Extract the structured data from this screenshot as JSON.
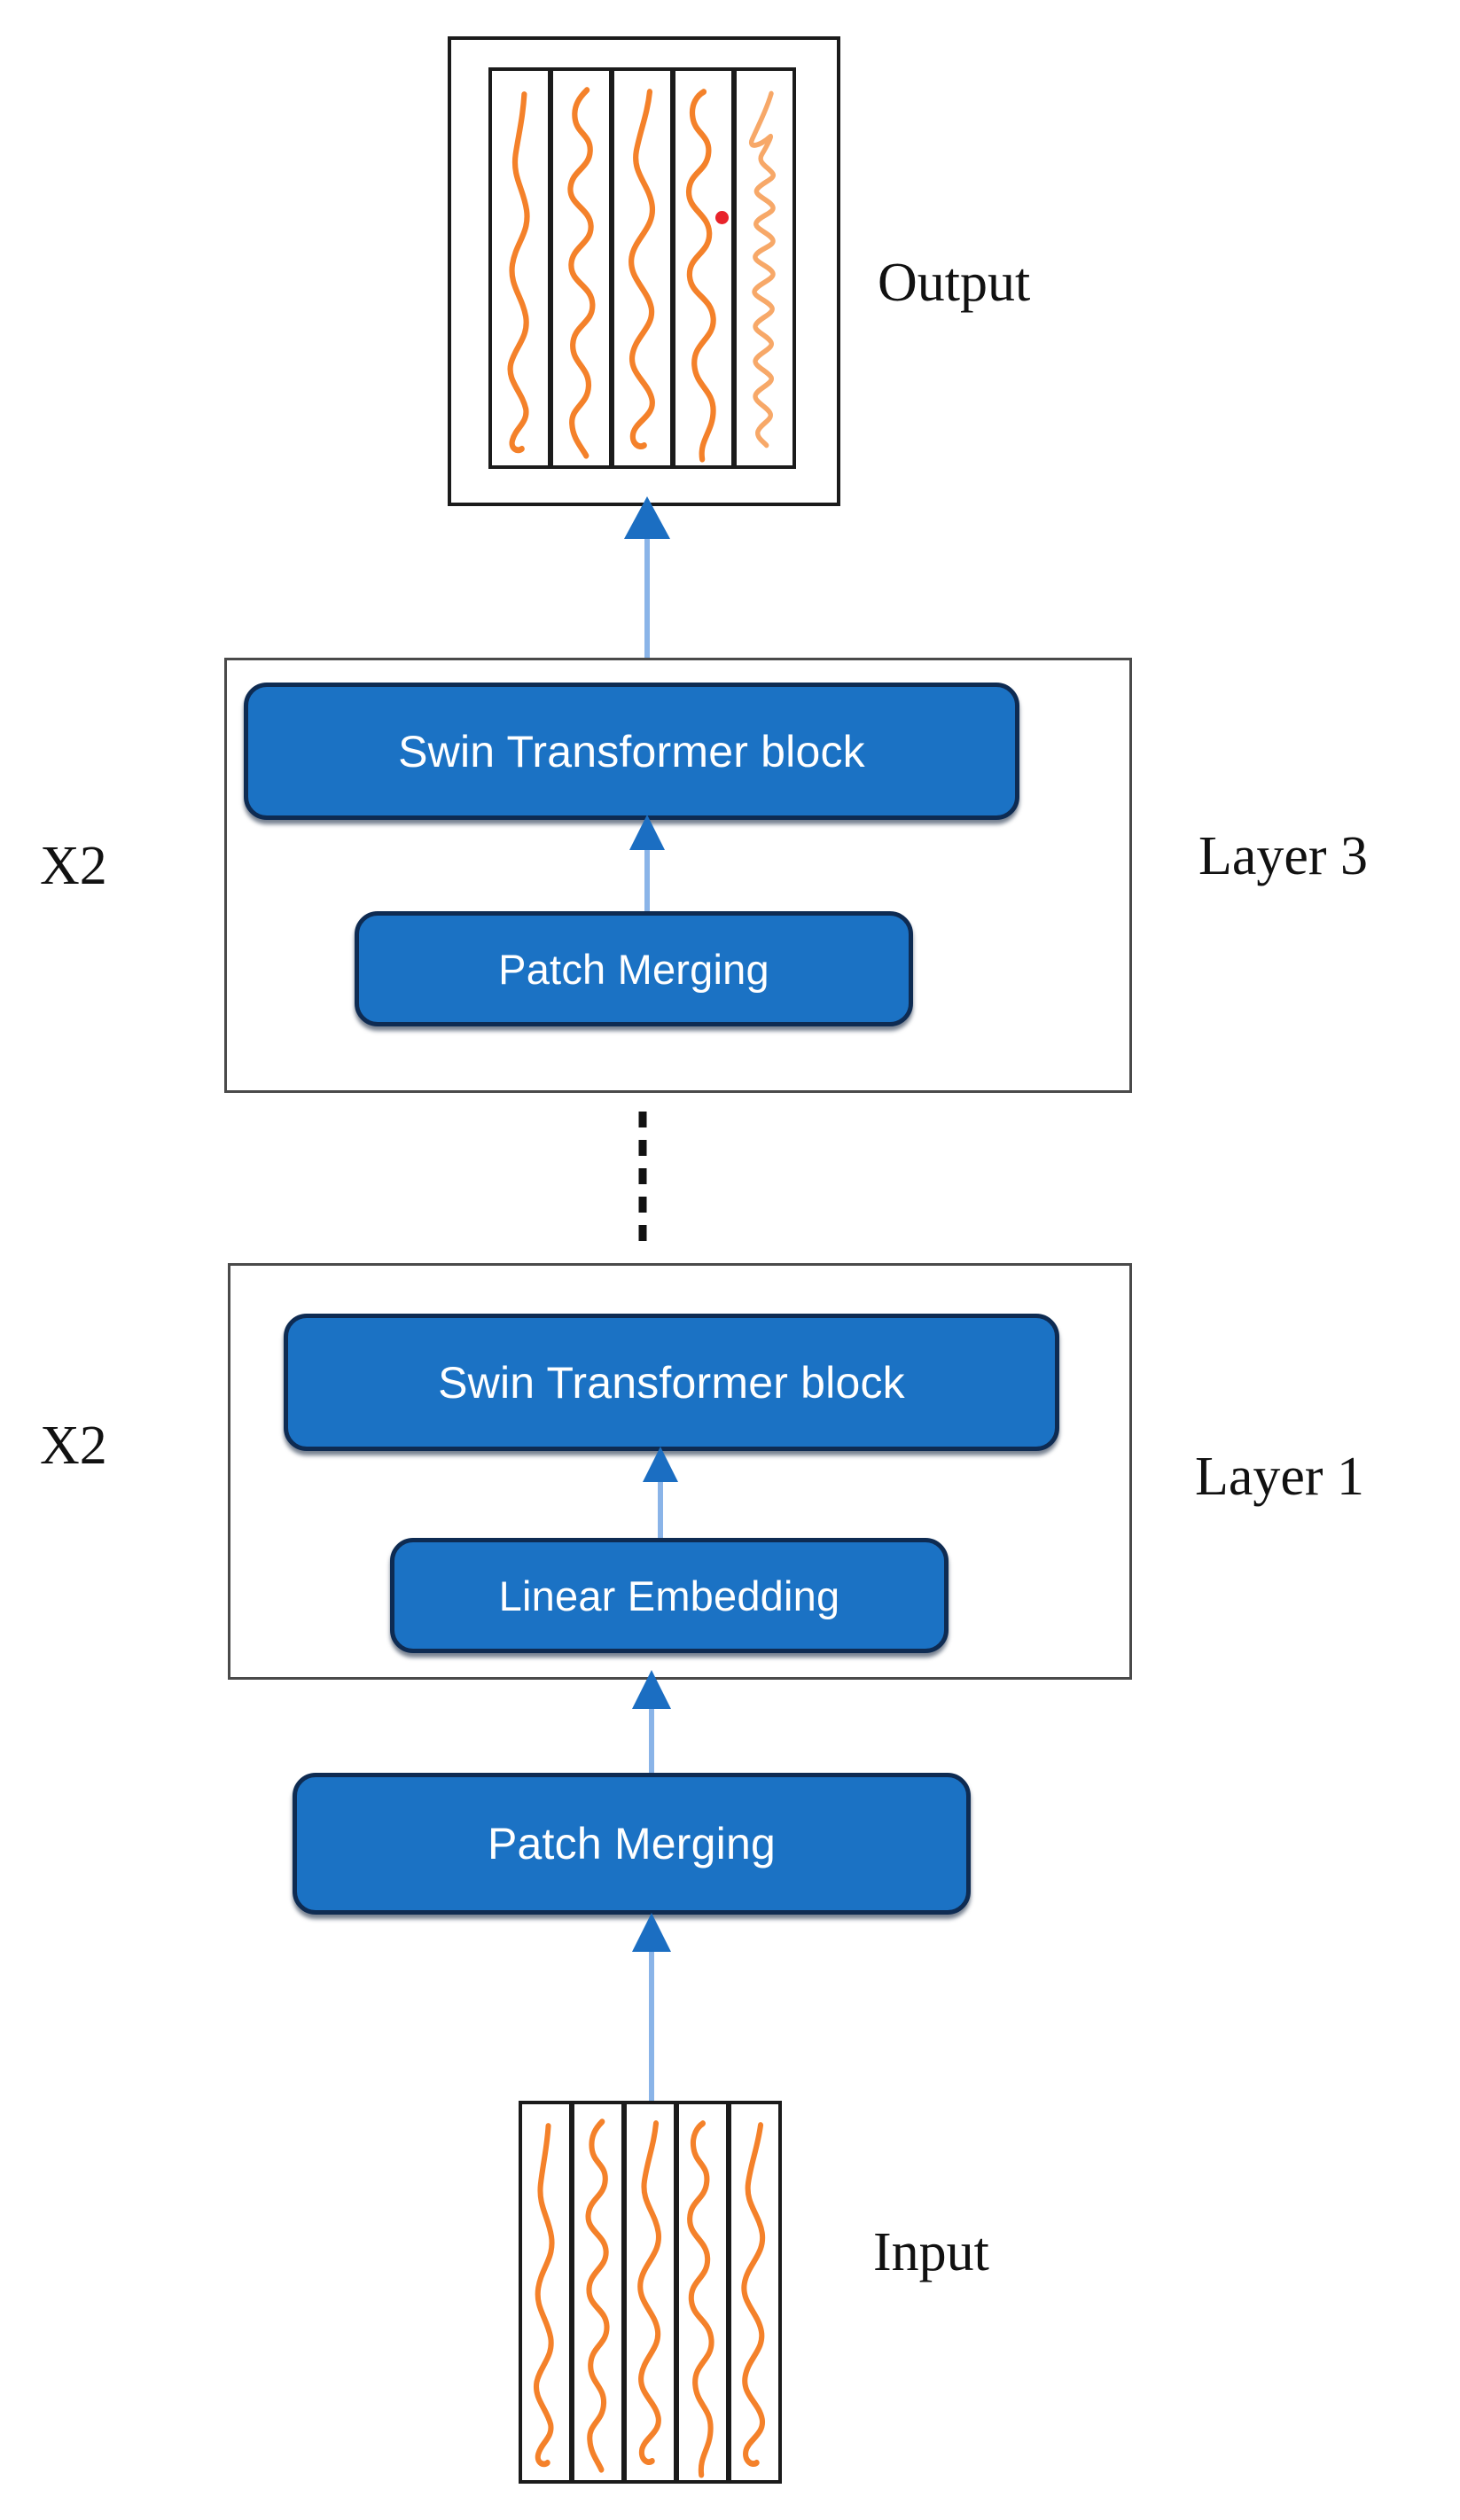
{
  "figure": {
    "type": "architecture-diagram",
    "title": "Swin Transformer architecture flow",
    "background_color": "#ffffff",
    "accent_blue": "#1b72c4",
    "module_border_color": "#0e2b52",
    "arrow_blue": "#1b72c4",
    "arrow_stem_blue": "#8ab4e8",
    "waveform_orange": "#f4812a",
    "waveform_orange_light": "#f7a868",
    "marker_red": "#e8232a",
    "outline_gray": "#4a4a4a",
    "strip_outline": "#1b1b1b"
  },
  "output_panel": {
    "label": "Output",
    "strip_count": 5,
    "marker": {
      "present": true,
      "strip_index": 4,
      "color": "#e8232a"
    }
  },
  "layer3": {
    "repeat_label": "X2",
    "name_label": "Layer 3",
    "modules": [
      {
        "label": "Swin Transformer block"
      },
      {
        "label": "Patch Merging"
      }
    ]
  },
  "connector": {
    "style": "dashed",
    "orientation": "vertical",
    "dash_count": 5,
    "color": "#111111"
  },
  "layer1": {
    "repeat_label": "X2",
    "name_label": "Layer 1",
    "modules": [
      {
        "label": "Swin Transformer block"
      },
      {
        "label": "Linear Embedding"
      }
    ]
  },
  "stem_module": {
    "label": "Patch Merging"
  },
  "input_panel": {
    "label": "Input",
    "strip_count": 5
  },
  "arrows": [
    {
      "from": "layer3",
      "to": "output_panel",
      "direction": "up"
    },
    {
      "from": "patch-merging-l3",
      "to": "swin-block-l3",
      "direction": "up"
    },
    {
      "from": "layer1",
      "to": "dashed-connector",
      "direction": "up"
    },
    {
      "from": "linear-embedding",
      "to": "swin-block-l1",
      "direction": "up"
    },
    {
      "from": "stem-patch-merging",
      "to": "layer1",
      "direction": "up"
    },
    {
      "from": "input_panel",
      "to": "stem-patch-merging",
      "direction": "up"
    }
  ]
}
